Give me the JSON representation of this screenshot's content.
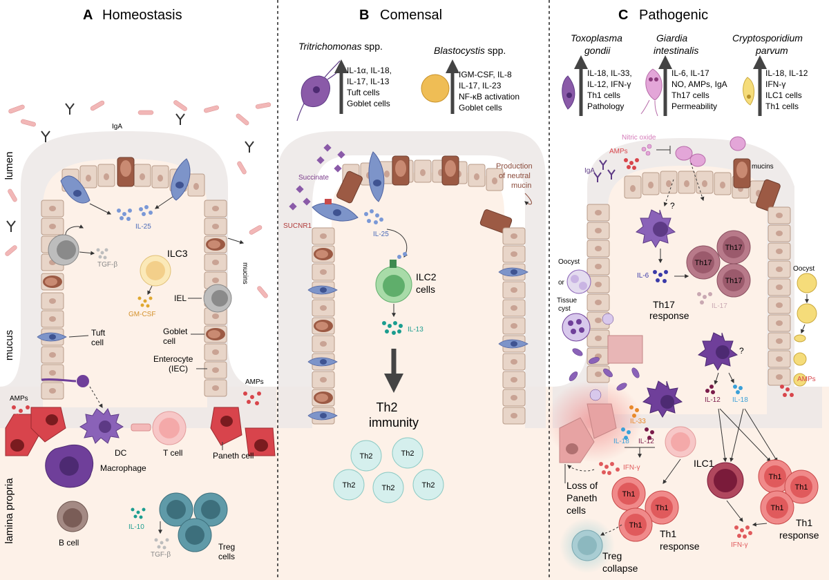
{
  "panels": {
    "a": {
      "letter": "A",
      "title": "Homeostasis"
    },
    "b": {
      "letter": "B",
      "title": "Comensal"
    },
    "c": {
      "letter": "C",
      "title": "Pathogenic"
    }
  },
  "side_labels": {
    "lumen": "lumen",
    "mucus": "mucus",
    "lamina_propria": "lamina propria"
  },
  "panel_a": {
    "iga": "IgA",
    "il25": "IL-25",
    "tgfb": "TGF-β",
    "ilc3": "ILC3",
    "gmcsf": "GM-CSF",
    "mucins": "mucins",
    "iel": "IEL",
    "tuft_l1": "Tuft",
    "tuft_l2": "cell",
    "goblet_l1": "Goblet",
    "goblet_l2": "cell",
    "entero_l1": "Enterocyte",
    "entero_l2": "(IEC)",
    "amps_left": "AMPs",
    "amps_right": "AMPs",
    "dc": "DC",
    "tcell": "T cell",
    "macrophage": "Macrophage",
    "paneth": "Paneth cell",
    "bcell": "B cell",
    "il10": "IL-10",
    "tgfb2": "TGF-β",
    "treg_l1": "Treg",
    "treg_l2": "cells"
  },
  "panel_b": {
    "trit_name": "Tritrichomonas",
    "trit_spp": " spp.",
    "trit_lines": [
      "IL-1α, IL-18,",
      "IL-17, IL-13",
      "Tuft cells",
      "Goblet cells"
    ],
    "blasto_name": "Blastocystis",
    "blasto_spp": " spp.",
    "blasto_lines": [
      "IGM-CSF, IL-8",
      "IL-17, IL-23",
      "NF-κB activation",
      "Goblet cells"
    ],
    "succinate": "Succinate",
    "sucnr1": "SUCNR1",
    "il25": "IL-25",
    "mucin_l1": "Production",
    "mucin_l2": "of neutral",
    "mucin_l3": "mucin",
    "ilc2_l1": "ILC2",
    "ilc2_l2": "cells",
    "il13": "IL-13",
    "th2_l1": "Th2",
    "th2_l2": "immunity",
    "th2_cell": "Th2"
  },
  "panel_c": {
    "toxo_l1": "Toxoplasma",
    "toxo_l2": "gondii",
    "toxo_lines": [
      "IL-18, IL-33,",
      "IL-12, IFN-γ",
      "Th1 cells",
      "Pathology"
    ],
    "giardia_l1": "Giardia",
    "giardia_l2": "intestinalis",
    "giardia_lines": [
      "IL-6, IL-17",
      "NO, AMPs, IgA",
      "Th17 cells",
      "Permeability"
    ],
    "crypto_l1": "Cryptosporidium",
    "crypto_l2": "parvum",
    "crypto_lines": [
      "IL-18, IL-12",
      "IFN-γ",
      "ILC1 cells",
      "Th1 cells"
    ],
    "nitric_oxide": "Nitric oxide",
    "amps_top": "AMPs",
    "iga": "IgA",
    "mucins": "mucins",
    "question1": "?",
    "question2": "?",
    "oocyst_left": "Oocyst",
    "or": "or",
    "tissue_l1": "Tissue",
    "tissue_l2": "cyst",
    "il6": "IL-6",
    "th17": "Th17",
    "il17": "IL-17",
    "th17_resp_l1": "Th17",
    "th17_resp_l2": "response",
    "oocyst_right": "Oocyst",
    "amps_right": "AMPs",
    "il33": "IL-33",
    "il18_left": "IL-18",
    "il12_left": "IL-12",
    "il12_right": "IL-12",
    "il18_right": "IL-18",
    "ifng_left": "IFN-γ",
    "ifng_right": "IFN-γ",
    "loss_l1": "Loss of",
    "loss_l2": "Paneth",
    "loss_l3": "cells",
    "ilc1": "ILC1",
    "th1": "Th1",
    "th1_resp_l1": "Th1",
    "th1_resp_l2": "response",
    "th1_resp_r1": "Th1",
    "th1_resp_r2": "response",
    "treg_l1": "Treg",
    "treg_l2": "collapse"
  },
  "colors": {
    "lumen_bg": "#ffffff",
    "lamina_bg": "#fdf1e8",
    "mucus": "#ece8e6",
    "enterocyte": "#e8d5c8",
    "tuft": "#7d94c9",
    "goblet": "#9c5a44",
    "paneth": "#d8444c",
    "dc": "#6f3f9a",
    "th1": "#e05a5c",
    "th17": "#9b5a6c",
    "treg": "#4f8a9a",
    "th2": "#bfe3e0",
    "ilc2": "#5fae6b",
    "ilc3": "#f3d39a",
    "il_blue": "#7a98d6",
    "il_teal": "#1b9d8f",
    "il_red": "#d8454b"
  }
}
